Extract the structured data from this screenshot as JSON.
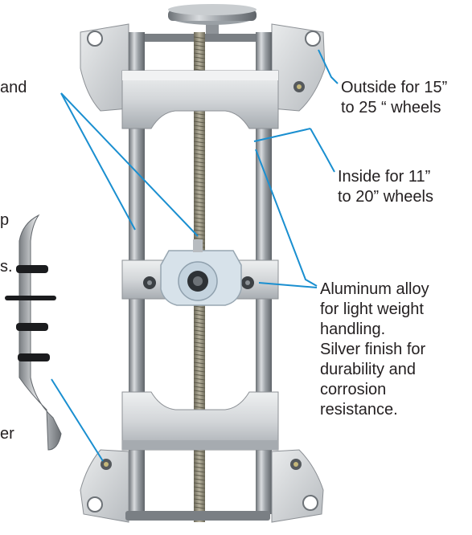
{
  "colors": {
    "leader": "#1a8fd0",
    "text": "#231f20",
    "metal_light": "#d9dbdd",
    "metal_mid": "#a9adb1",
    "metal_dark": "#6b7075",
    "rod": "#8f959a",
    "screw": "#8a8570"
  },
  "callouts": {
    "outside": {
      "line1": "Outside for 15”",
      "line2": "to 25 “ wheels"
    },
    "inside": {
      "line1": "Inside for 11”",
      "line2": "to 20” wheels"
    },
    "alloy": {
      "lines": [
        "Aluminum alloy",
        "for light weight",
        "handling.",
        "Silver finish for",
        "durability and",
        "corrosion",
        "resistance."
      ]
    }
  },
  "cropped_fragments": {
    "and": "and",
    "p": "p",
    "s": "s.",
    "er": "er"
  },
  "icons": {
    "clamp": "wheel-clamp-illustration",
    "pin": "adapter-pin-illustration"
  }
}
